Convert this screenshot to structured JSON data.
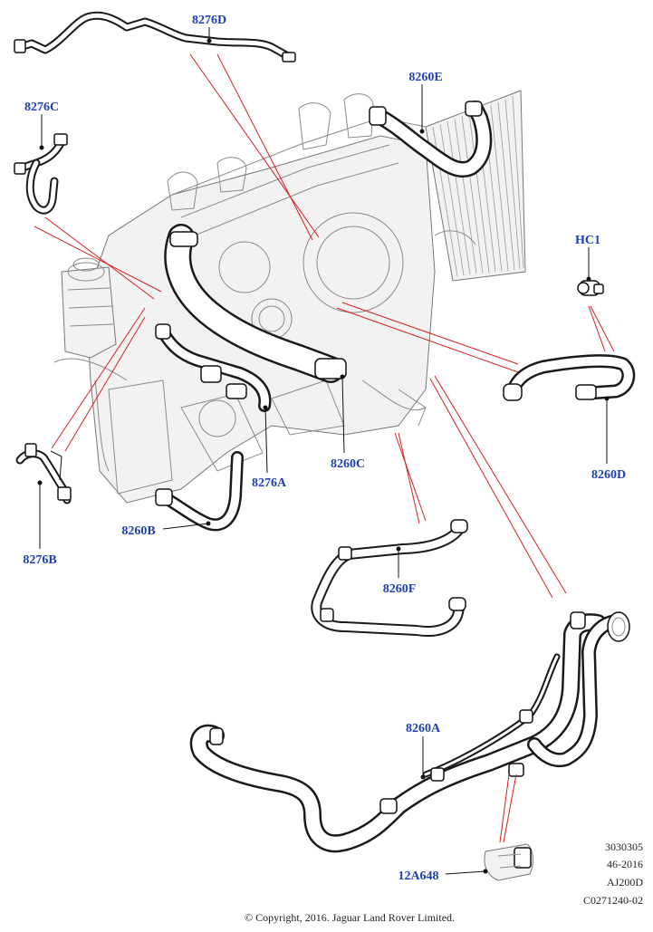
{
  "callouts": {
    "c8276D": "8276D",
    "c8260E": "8260E",
    "c8276C": "8276C",
    "cHC1": "HC1",
    "c8260D": "8260D",
    "c8260C": "8260C",
    "c8276A": "8276A",
    "c8260B": "8260B",
    "c8276B": "8276B",
    "c8260F": "8260F",
    "c8260A": "8260A",
    "c12A648": "12A648"
  },
  "reference": {
    "line1": "3030305",
    "line2": "46-2016",
    "line3": "AJ200D",
    "line4": "C0271240-02"
  },
  "copyright": "© Copyright, 2016. Jaguar Land Rover Limited.",
  "colors": {
    "callout": "#1e3fb4",
    "leader_red": "#d42020",
    "outline": "#1a1a1a"
  }
}
